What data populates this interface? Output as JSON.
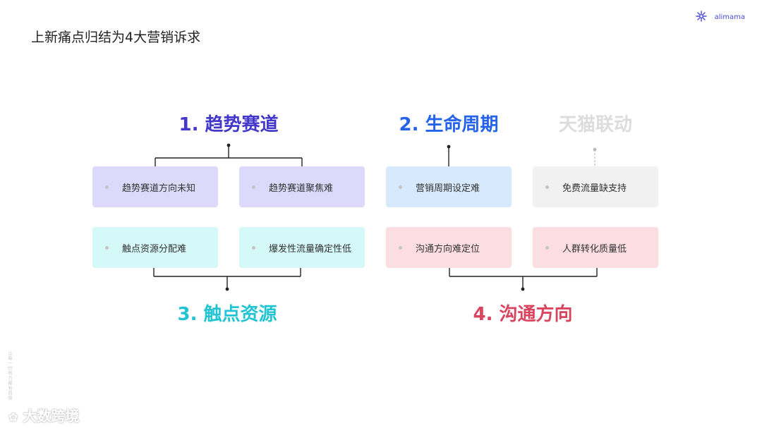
{
  "slide": {
    "title": "上新痛点归结为4大营销诉求",
    "logo_text": "alimama"
  },
  "groups": {
    "trend": {
      "heading": "1. 趋势赛道",
      "color": "#4338ca"
    },
    "lifecycle": {
      "heading": "2. 生命周期",
      "color": "#2563eb"
    },
    "tmall": {
      "heading": "天猫联动",
      "color": "#dcdcdc"
    },
    "touchpoint": {
      "heading": "3. 触点资源",
      "color": "#22c4d4"
    },
    "communication": {
      "heading": "4. 沟通方向",
      "color": "#d9445e"
    }
  },
  "boxes": {
    "trend_direction_unknown": "趋势赛道方向未知",
    "trend_focus_hard": "趋势赛道聚焦难",
    "lifecycle_setting_hard": "营销周期设定难",
    "free_traffic_lacking": "免费流量缺支持",
    "touchpoint_allocation_hard": "触点资源分配难",
    "burst_traffic_uncertain": "爆发性流量确定性低",
    "communication_direction_hard": "沟通方向难定位",
    "crowd_conversion_low": "人群转化质量低"
  },
  "watermark": {
    "side_text": "让每一份努力都有回报",
    "main_text": "大数跨境"
  }
}
